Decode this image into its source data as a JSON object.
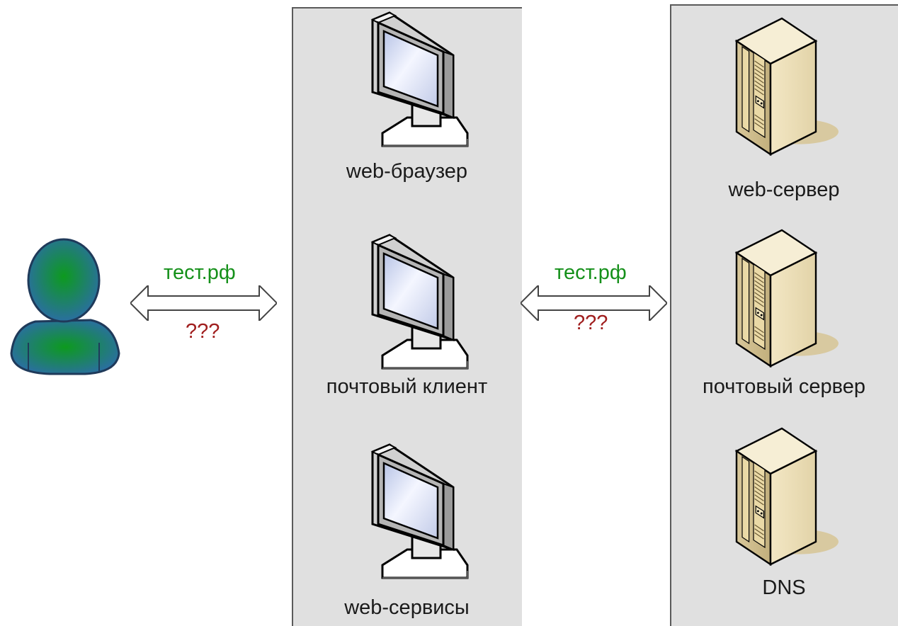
{
  "user": {
    "icon": "user-icon"
  },
  "clients": [
    {
      "label": "web-браузер",
      "icon": "monitor-icon"
    },
    {
      "label": "почтовый клиент",
      "icon": "monitor-icon"
    },
    {
      "label": "web-сервисы",
      "icon": "monitor-icon"
    }
  ],
  "servers": [
    {
      "label": "web-сервер",
      "icon": "server-icon"
    },
    {
      "label": "почтовый сервер",
      "icon": "server-icon"
    },
    {
      "label": "DNS",
      "icon": "server-icon"
    }
  ],
  "links": [
    {
      "top_label": "тест.рф",
      "bottom_label": "???"
    },
    {
      "top_label": "тест.рф",
      "bottom_label": "???"
    }
  ],
  "colors": {
    "proto": "#15901a",
    "unknown": "#a01e1e",
    "panel": "#e0e0e0"
  }
}
